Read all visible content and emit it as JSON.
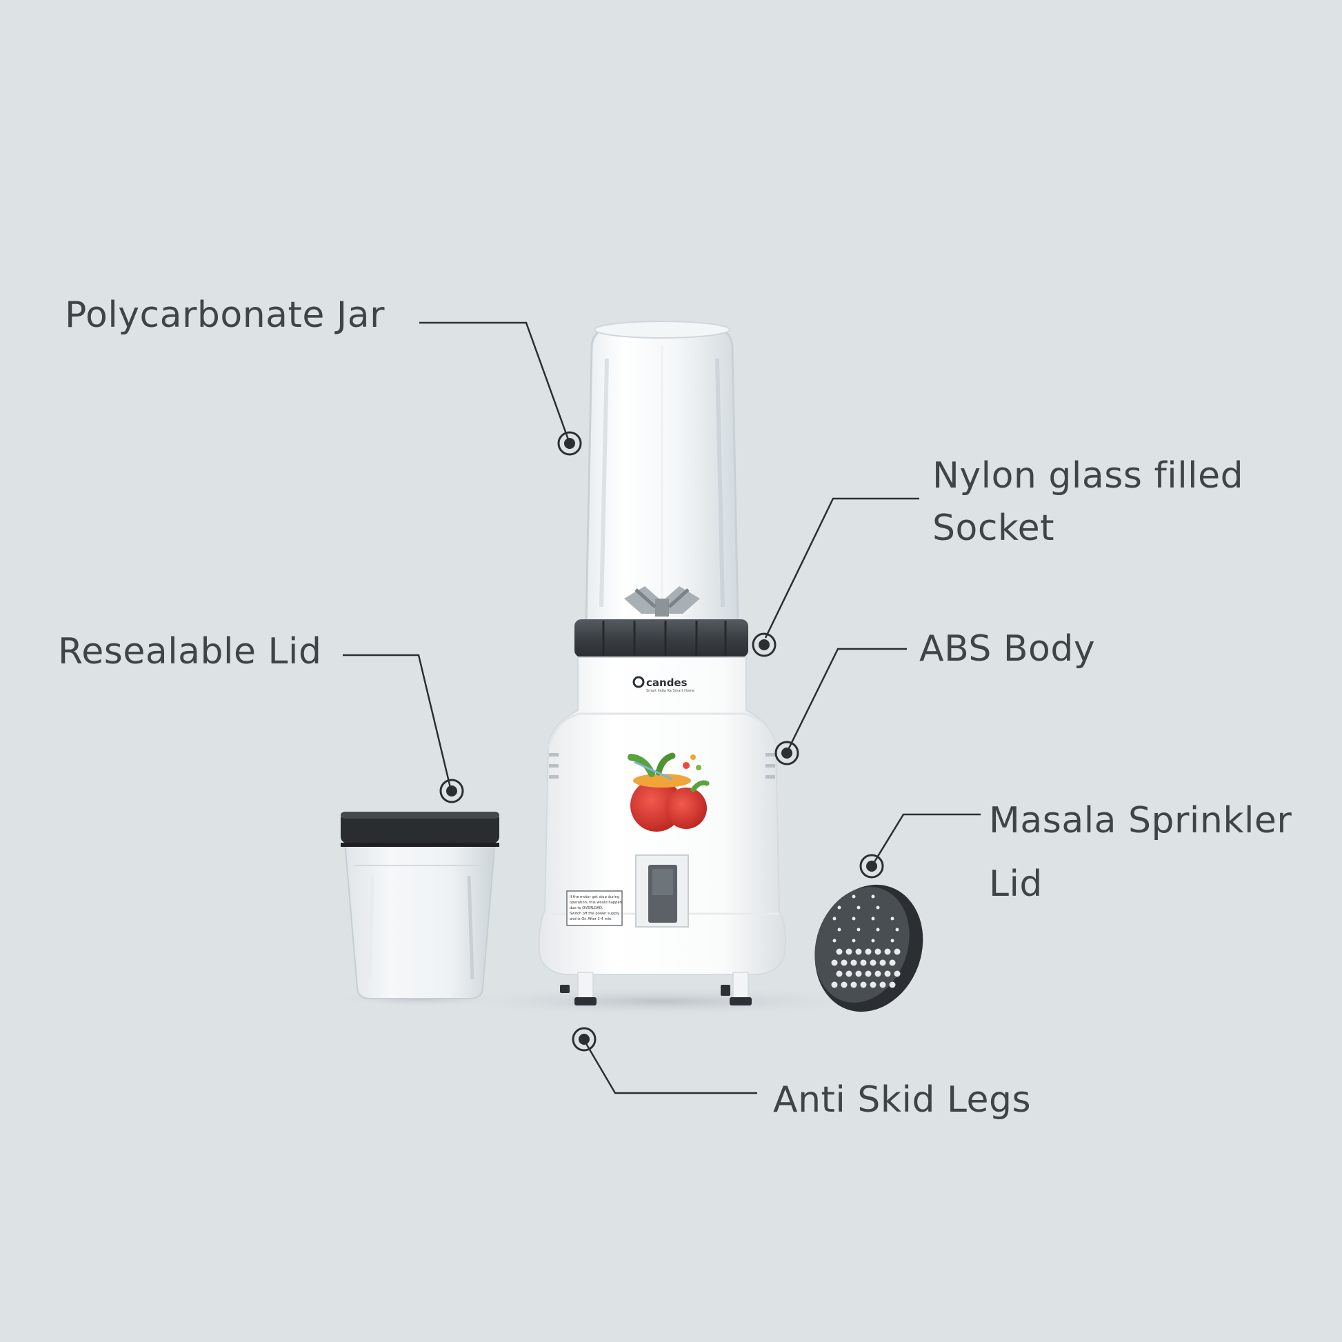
{
  "callouts": {
    "polycarbonate_jar": {
      "lines": [
        "Polycarbonate Jar"
      ]
    },
    "nylon_socket": {
      "lines": [
        "Nylon glass filled",
        "Socket"
      ]
    },
    "resealable_lid": {
      "lines": [
        "Resealable Lid"
      ]
    },
    "abs_body": {
      "lines": [
        "ABS Body"
      ]
    },
    "masala_lid": {
      "lines": [
        "Masala Sprinkler",
        "Lid"
      ]
    },
    "anti_skid": {
      "lines": [
        "Anti Skid Legs"
      ]
    }
  },
  "product": {
    "brand": "candes",
    "tagline": "Smart India Ka Smart Home",
    "warning_text": [
      "If the motor get stop during",
      "operation, this would happen",
      "due to OVERLOAD.",
      "Switch off the power supply",
      "and is On After 3-4 min."
    ]
  },
  "colors": {
    "background": "#dde2e5",
    "label_text": "#3f4448",
    "leader_line": "#2b2f33",
    "body_white": "#f7f8f8",
    "ring_dark": "#3b4045",
    "lid_black": "#2a2d30",
    "apple_red": "#d9322b"
  }
}
